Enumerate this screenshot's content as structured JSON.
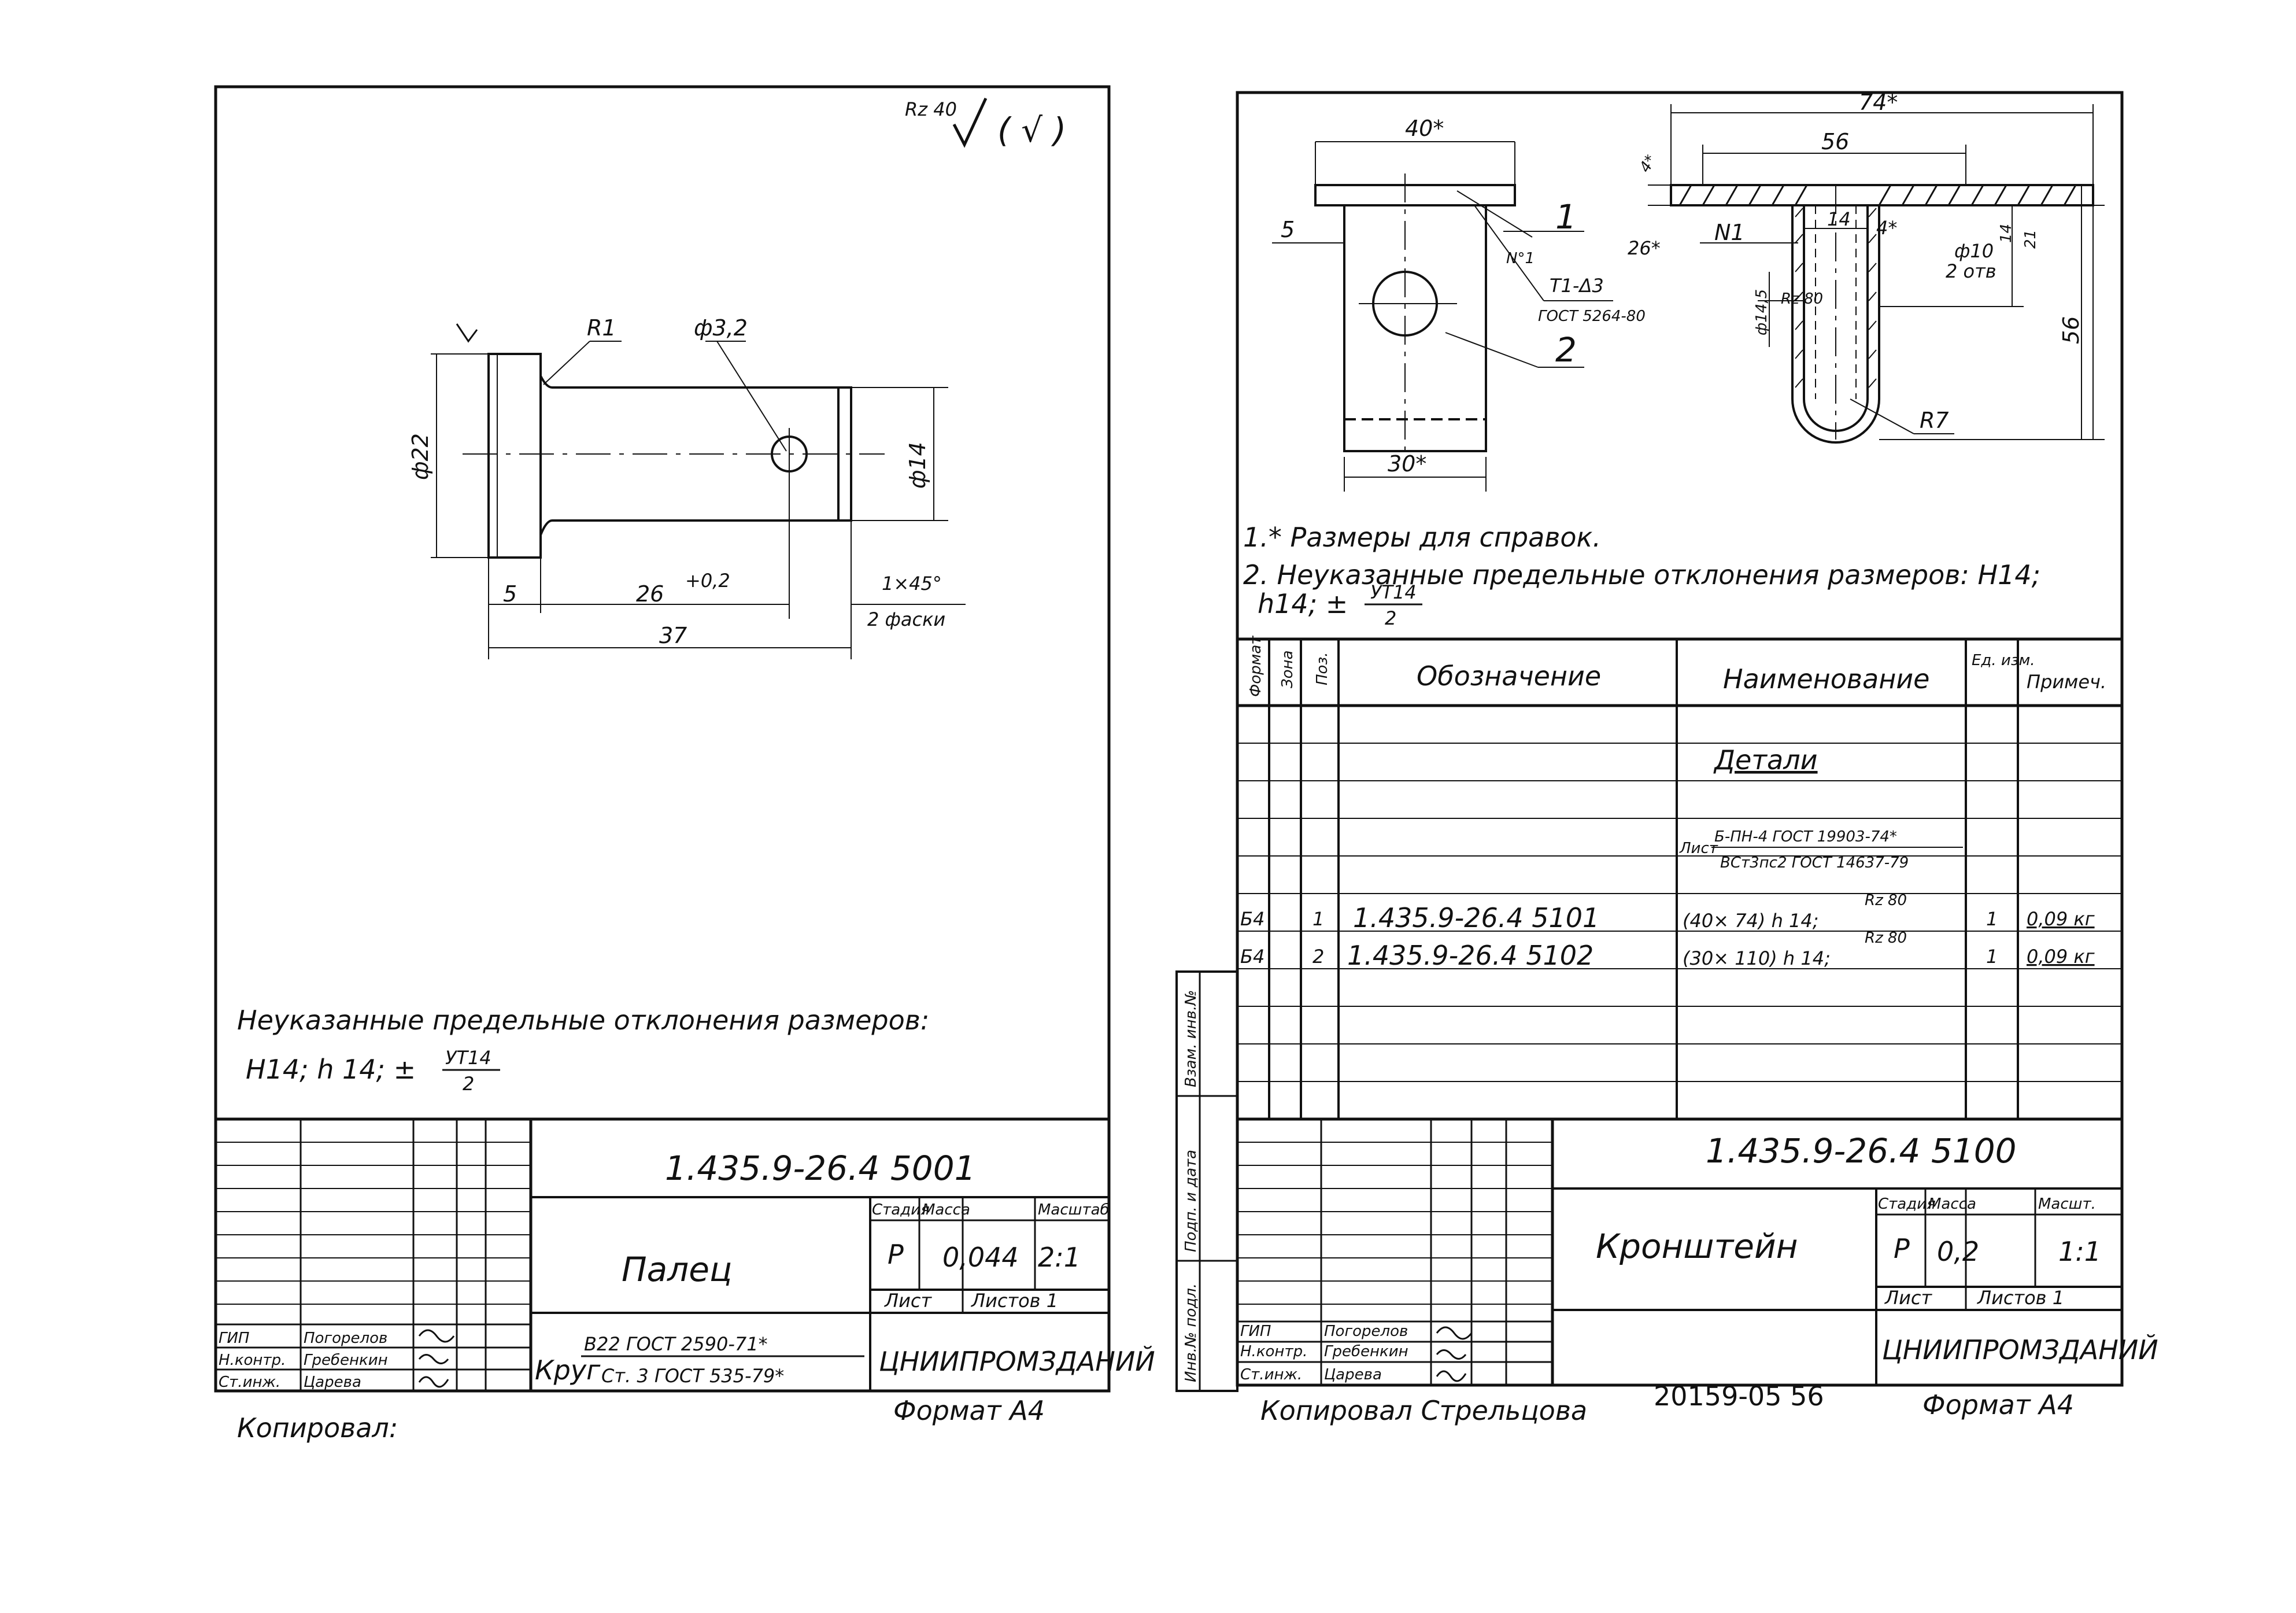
{
  "sheet_left": {
    "roughness": "Rz 40",
    "roughness_paren": "( √ )",
    "dims": {
      "r1": "R1",
      "hole": "ф3,2",
      "d22": "ф22",
      "d14": "ф14",
      "d5": "5",
      "d26": "26",
      "d26_tol": "+0,2",
      "d37": "37",
      "chamfer": "1×45°",
      "chamfer_count": "2 фаски"
    },
    "note_line1": "Неуказанные  предельные  отклонения  размеров:",
    "note_line2": "Н14;  h 14;  ±",
    "note_frac_num": "УТ14",
    "note_frac_den": "2",
    "title_block": {
      "doc_number": "1.435.9-26.4   5001",
      "name": "Палец",
      "head_stage": "Стадия",
      "head_mass": "Масса",
      "head_scale": "Масштаб",
      "stage": "Р",
      "mass": "0,044",
      "scale": "2:1",
      "sheet": "Лист",
      "sheets": "Листов 1",
      "role1": "ГИП",
      "name1": "Погорелов",
      "role2": "Н.контр.",
      "name2": "Гребенкин",
      "role3": "Ст.инж.",
      "name3": "Царева",
      "material_word": "Круг",
      "material_line1": "В22  ГОСТ 2590-71*",
      "material_line2": "Ст. 3  ГОСТ 535-79*",
      "org": "ЦНИИПРОМЗДАНИЙ"
    },
    "copied": "Копировал:",
    "format": "Формат  А4"
  },
  "sheet_right": {
    "dims": {
      "w40": "40*",
      "d5": "5",
      "w30": "30*",
      "p1": "1",
      "p2": "2",
      "n1_mark": "N°1",
      "weld1": "Т1-Δ3",
      "weld2": "ГОСТ 5264-80",
      "w74": "74*",
      "w56": "56",
      "t4": "4*",
      "h26": "26*",
      "n1": "N1",
      "w14": "14",
      "t4b": "4*",
      "d10": "ф10",
      "hole_count": "2 отв",
      "h14": "14",
      "h21": "21",
      "d145": "ф14,5",
      "rz": "Rz 80",
      "r7": "R7",
      "h56": "56"
    },
    "note1": "1.* Размеры  для  справок.",
    "note2": "2. Неуказанные   предельные  отклонения  размеров:  Н14;",
    "note3": "h14;  ±",
    "note_frac_num": "УТ14",
    "note_frac_den": "2",
    "spec": {
      "col_format": "Формат",
      "col_zone": "Зона",
      "col_pos": "Поз.",
      "col_designation": "Обозначение",
      "col_name": "Наименование",
      "col_unit": "Ед. изм.",
      "col_note": "Примеч.",
      "section": "Детали",
      "sheet_label": "Лист",
      "sheet_spec1": "Б-ПН-4 ГОСТ 19903-74*",
      "sheet_spec2": "ВСт3пс2 ГОСТ 14637-79",
      "rows": [
        {
          "format": "Б4",
          "pos": "1",
          "designation": "1.435.9-26.4   5101",
          "name": "(40× 74) h 14;",
          "rz": "Rz 80",
          "qty": "1",
          "note": "0,09 кг"
        },
        {
          "format": "Б4",
          "pos": "2",
          "designation": "1.435.9-26.4   5102",
          "name": "(30× 110) h 14;",
          "rz": "Rz 80",
          "qty": "1",
          "note": "0,09 кг"
        }
      ]
    },
    "side_labels": {
      "a": "Взам. инв.№",
      "b": "Подп. и дата",
      "c": "Инв.№ подл."
    },
    "title_block": {
      "doc_number": "1.435.9-26.4   5100",
      "name": "Кронштейн",
      "head_stage": "Стадия",
      "head_mass": "Масса",
      "head_scale": "Масшт.",
      "stage": "Р",
      "mass": "0,2",
      "scale": "1:1",
      "sheet": "Лист",
      "sheets": "Листов 1",
      "role1": "ГИП",
      "name1": "Погорелов",
      "role2": "Н.контр.",
      "name2": "Гребенкин",
      "role3": "Ст.инж.",
      "name3": "Царева",
      "org": "ЦНИИПРОМЗДАНИЙ"
    },
    "copied": "Копировал  Стрельцова",
    "archive": "20159-05   56",
    "format": "Формат  А4"
  }
}
